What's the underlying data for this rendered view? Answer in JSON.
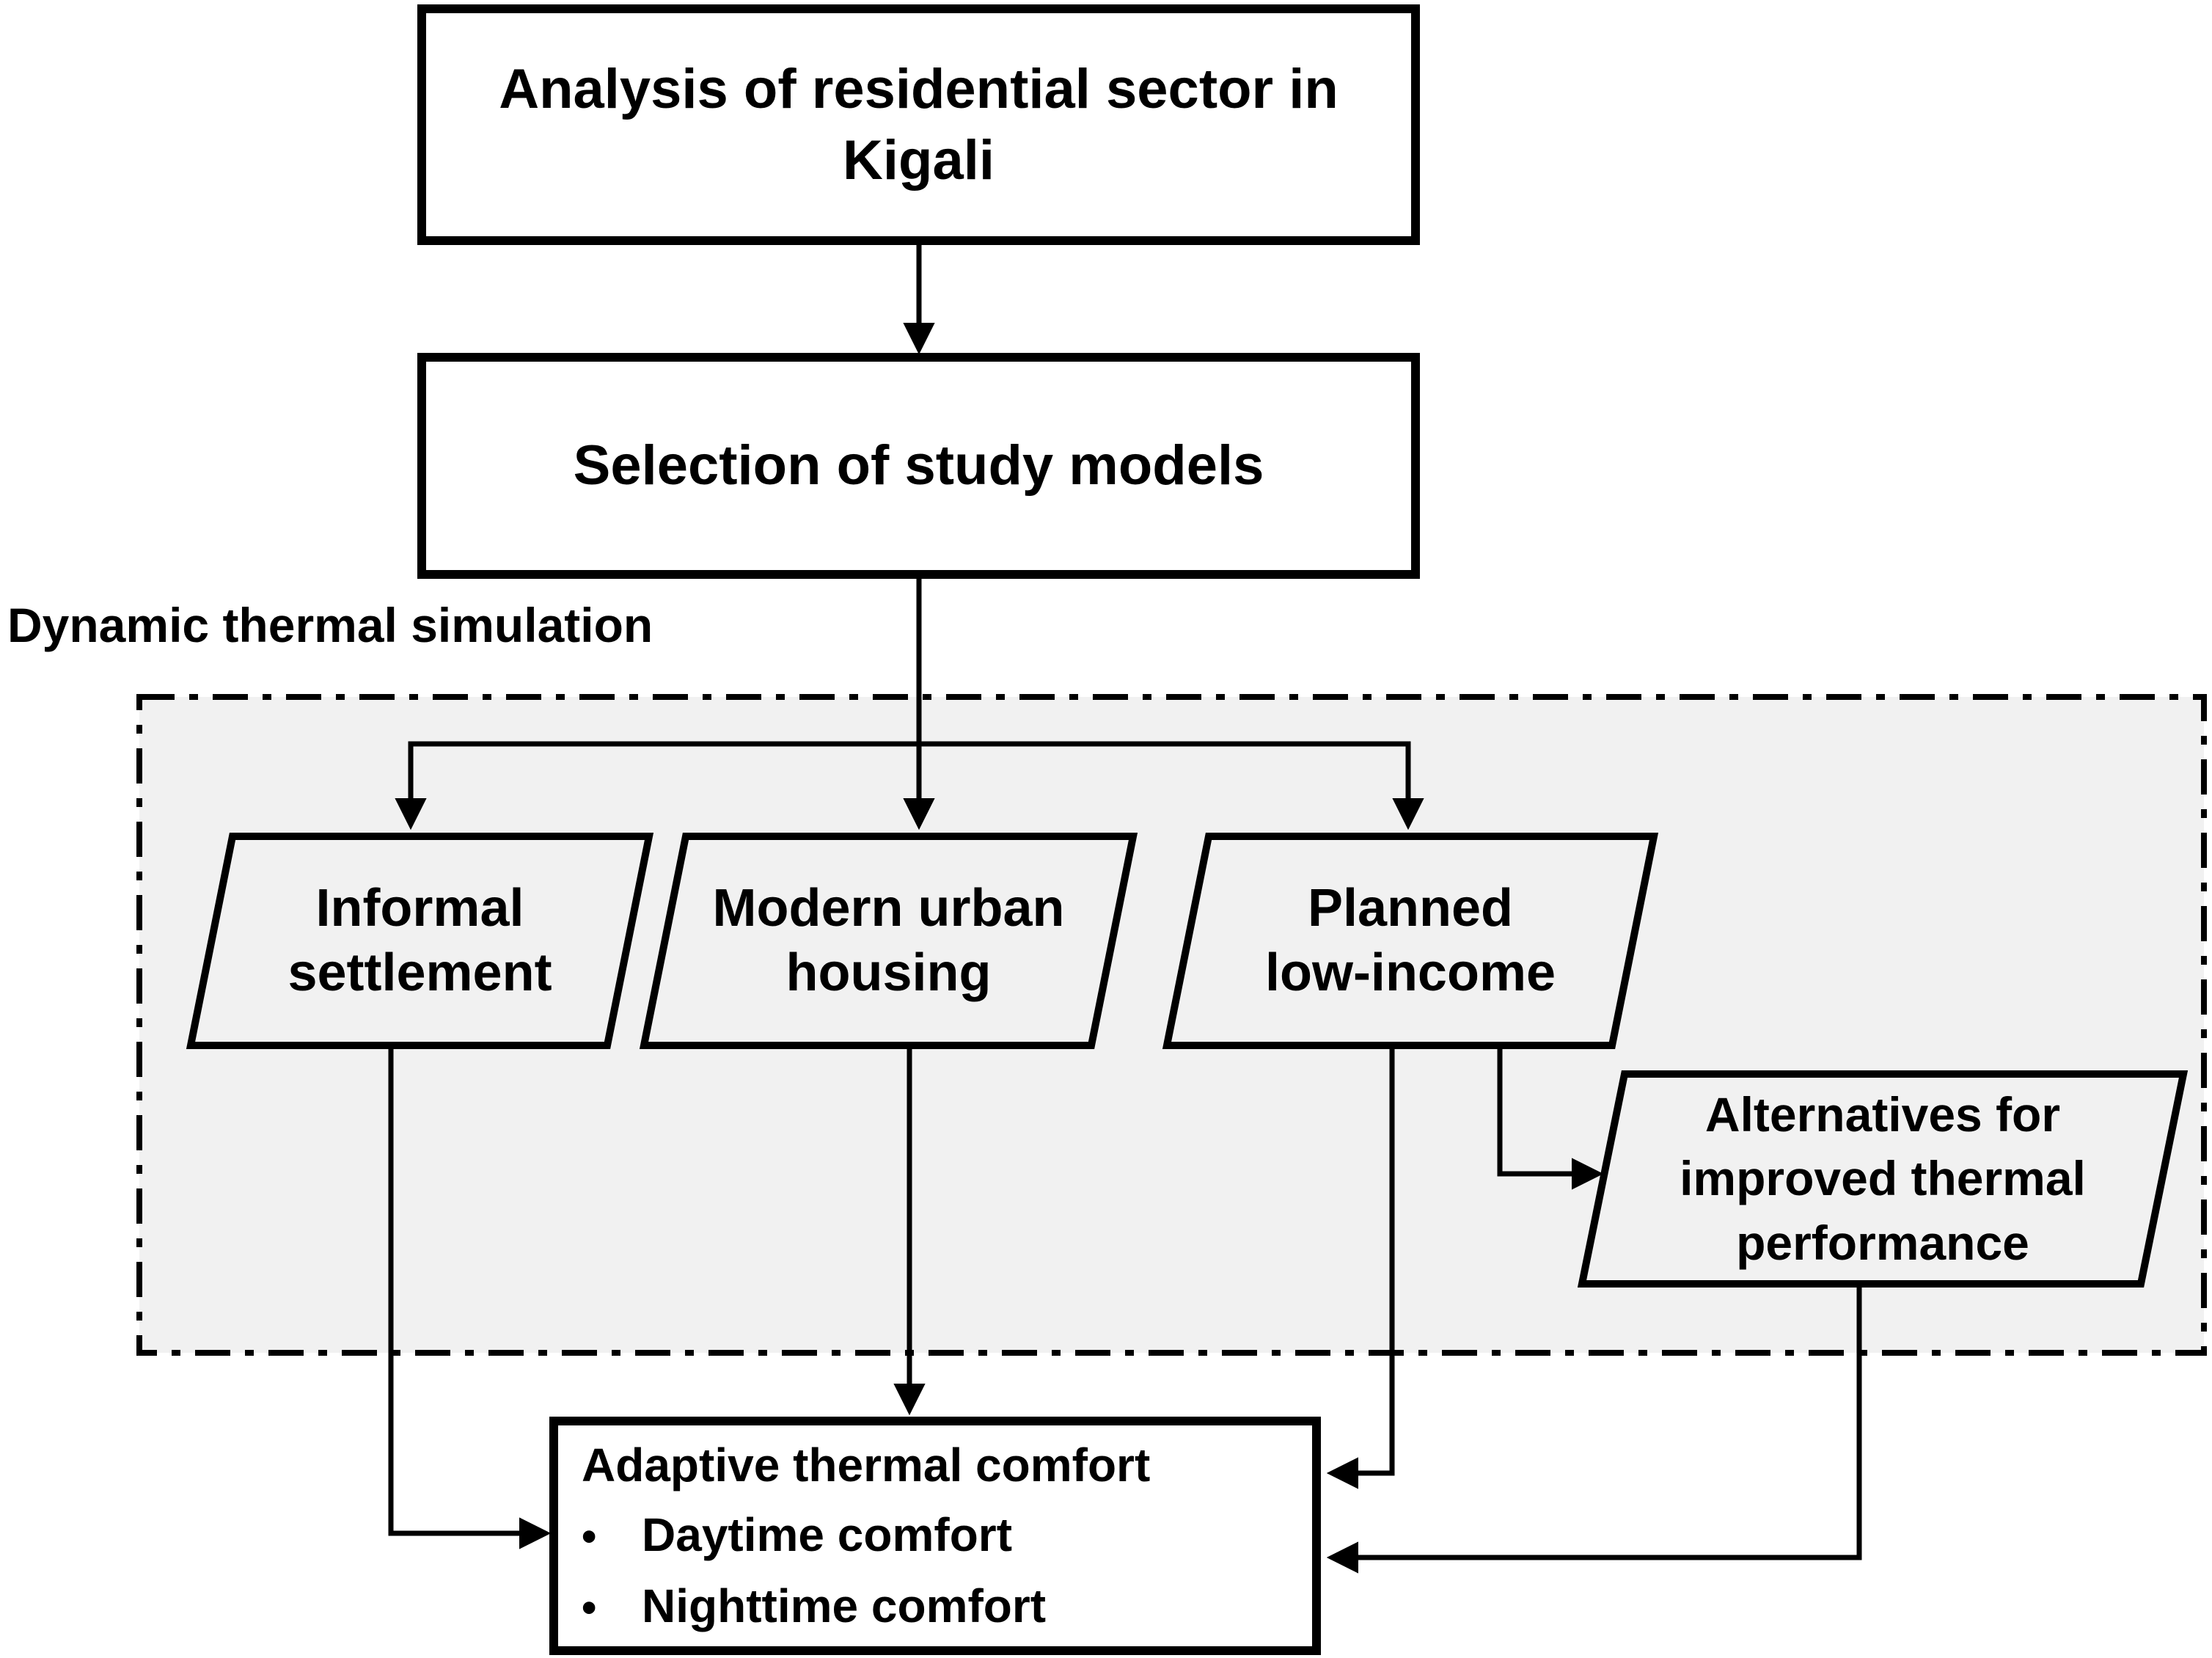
{
  "colors": {
    "background": "#ffffff",
    "region_fill": "#f1f1f1",
    "node_fill": "#ffffff",
    "line": "#000000"
  },
  "flowchart": {
    "region_label": "Dynamic thermal simulation",
    "nodes": {
      "analysis": {
        "label": "Analysis of residential sector in\nKigali"
      },
      "selection": {
        "label": "Selection of study models"
      },
      "informal": {
        "label": "Informal\nsettlement"
      },
      "modern": {
        "label": "Modern urban\nhousing"
      },
      "planned": {
        "label": "Planned\nlow-income"
      },
      "alternatives": {
        "label": "Alternatives for\nimproved thermal\nperformance"
      },
      "comfort": {
        "title": "Adaptive thermal comfort",
        "bullet": "•",
        "items": [
          {
            "label": "Daytime comfort"
          },
          {
            "label": "Nighttime comfort"
          }
        ]
      }
    }
  }
}
